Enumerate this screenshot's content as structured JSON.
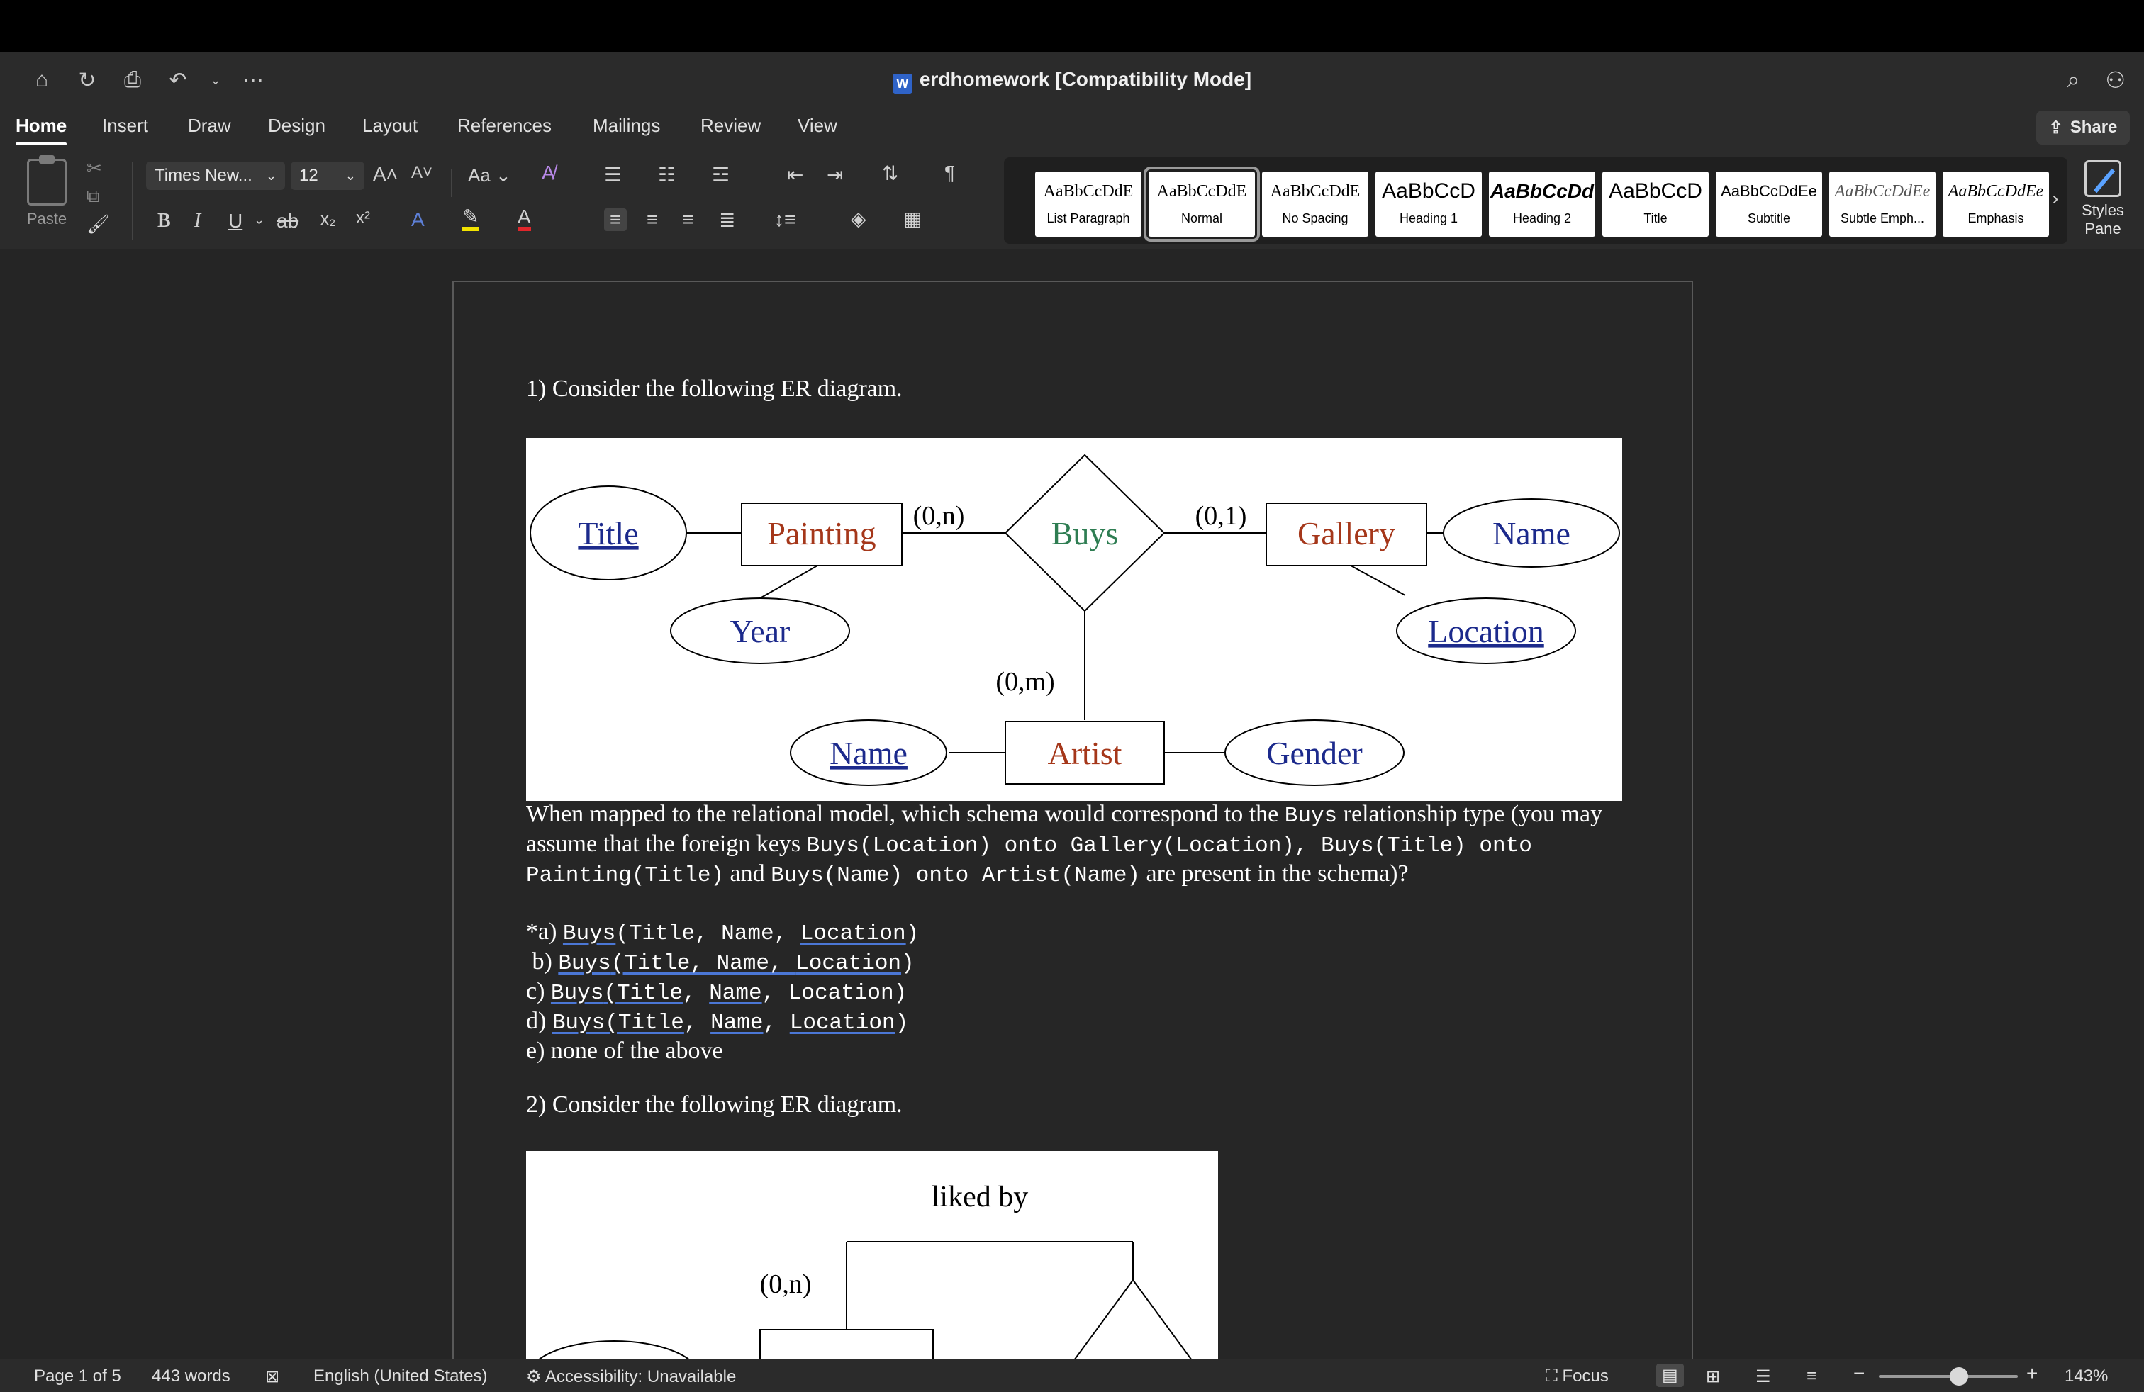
{
  "app": {
    "title": "erdhomework [Compatibility Mode]",
    "tabs": [
      "Home",
      "Insert",
      "Draw",
      "Design",
      "Layout",
      "References",
      "Mailings",
      "Review",
      "View"
    ],
    "share_label": "Share"
  },
  "ribbon": {
    "paste_label": "Paste",
    "font_name": "Times New...",
    "font_size": "12",
    "change_case": "Aa",
    "styles": [
      {
        "sample": "AaBbCcDdE",
        "name": "List Paragraph"
      },
      {
        "sample": "AaBbCcDdE",
        "name": "Normal"
      },
      {
        "sample": "AaBbCcDdE",
        "name": "No Spacing"
      },
      {
        "sample": "AaBbCcD",
        "name": "Heading 1"
      },
      {
        "sample": "AaBbCcDd",
        "name": "Heading 2"
      },
      {
        "sample": "AaBbCcD",
        "name": "Title"
      },
      {
        "sample": "AaBbCcDdEe",
        "name": "Subtitle"
      },
      {
        "sample": "AaBbCcDdEe",
        "name": "Subtle Emph..."
      },
      {
        "sample": "AaBbCcDdEe",
        "name": "Emphasis"
      }
    ],
    "styles_pane_line1": "Styles",
    "styles_pane_line2": "Pane"
  },
  "document": {
    "q1_heading": "1) Consider the following ER diagram.",
    "er1": {
      "entities": [
        "Painting",
        "Gallery",
        "Artist"
      ],
      "relationship": "Buys",
      "attributes": [
        "Title",
        "Year",
        "Name",
        "Location",
        "Name",
        "Gender"
      ],
      "cardinalities": [
        "(0,n)",
        "(0,1)",
        "(0,m)"
      ]
    },
    "q1_line1_a": "When mapped to the relational model, which schema would correspond to the ",
    "q1_line1_code": "Buys",
    "q1_line1_b": " relationship type (you may",
    "q1_line2_a": "assume that the foreign keys ",
    "q1_line2_code": "Buys(Location) onto Gallery(Location), Buys(Title) onto",
    "q1_line3_code1": "Painting(Title)",
    "q1_line3_and": " and ",
    "q1_line3_code2": "Buys(Name) onto Artist(Name)",
    "q1_line3_b": " are present in the schema)?",
    "options": [
      {
        "label": "*a) ",
        "buys": "Buys",
        "rest": "(Title, Name, ",
        "last": "Location",
        "close": ")"
      },
      {
        "label": " b) ",
        "buys": "Buys",
        "rest": "(Title, Name, ",
        "last": "Location",
        "close": ")"
      },
      {
        "label": "c) ",
        "buys": "Buys",
        "first": "(Title",
        "sep": ", ",
        "mid": "Name",
        "rest": ", Location)"
      },
      {
        "label": "d) ",
        "buys": "Buys",
        "first": "(Title",
        "sep": ", ",
        "mid": "Name",
        "sep2": ", ",
        "last": "Location",
        "close": ")"
      }
    ],
    "option_e": "e) none of the above",
    "q2_heading": "2) Consider the following ER diagram.",
    "er2": {
      "label": "liked by",
      "cardinality": "(0,n)"
    }
  },
  "status": {
    "page": "Page 1 of 5",
    "words": "443 words",
    "language": "English (United States)",
    "accessibility": "Accessibility: Unavailable",
    "focus": "Focus",
    "zoom": "143%"
  }
}
